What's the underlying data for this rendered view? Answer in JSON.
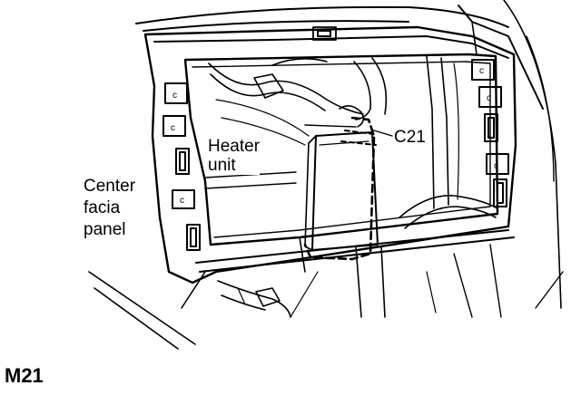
{
  "labels": {
    "heater_unit": [
      "Heater",
      "unit"
    ],
    "connector": "C21",
    "center_facia_panel": [
      "Center",
      "facia",
      "panel"
    ]
  },
  "figure_id": "M21",
  "colors": {
    "ink": "#000000",
    "paper": "#ffffff"
  }
}
